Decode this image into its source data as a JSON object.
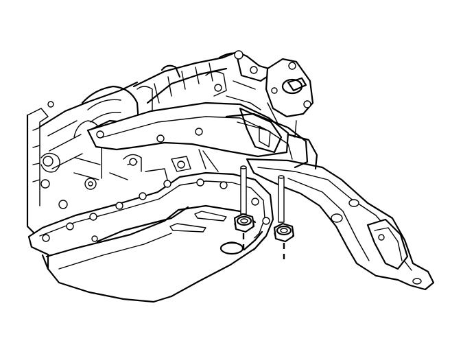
{
  "figure": {
    "components": [
      {
        "name": "engine-assembly",
        "icon": "engine-outline"
      },
      {
        "name": "oil-pan",
        "icon": "oil-pan-outline"
      },
      {
        "name": "support-bracket",
        "icon": "bracket-outline"
      },
      {
        "name": "nut-left",
        "icon": "hex-nut"
      },
      {
        "name": "nut-right",
        "icon": "hex-nut"
      },
      {
        "name": "stud-left",
        "icon": "stud"
      },
      {
        "name": "stud-right",
        "icon": "stud"
      }
    ],
    "colors": {
      "line": "#000000",
      "background": "#ffffff"
    }
  }
}
